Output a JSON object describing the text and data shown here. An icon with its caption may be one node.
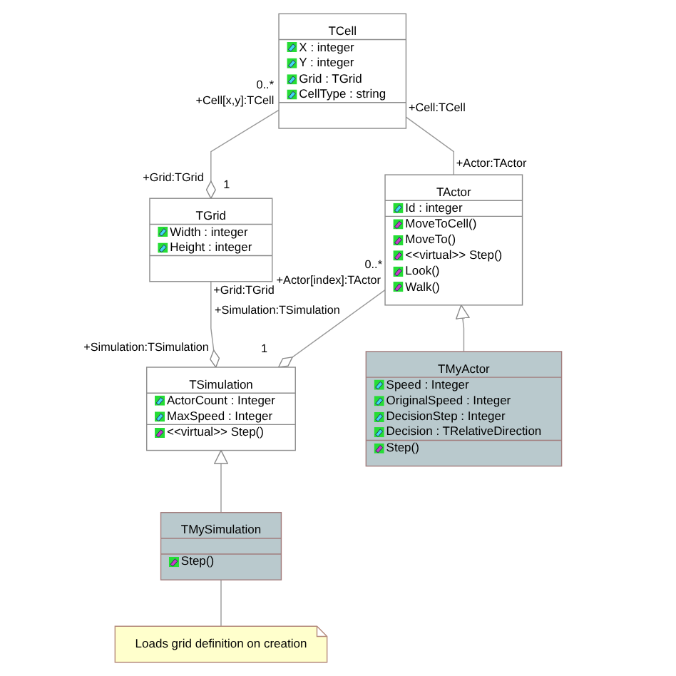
{
  "diagram": {
    "nodes": [
      {
        "text": [
          "TCell",
          "X : integer",
          "Y : integer",
          "Grid : TGrid",
          "CellType : string"
        ]
      },
      {
        "text": [
          "TGrid",
          "Width : integer",
          "Height : integer"
        ]
      },
      {
        "text": [
          "TActor",
          "Id : integer",
          "MoveToCell()",
          "MoveTo()",
          "<<virtual>> Step()",
          "Look()",
          "Walk()"
        ]
      },
      {
        "text": [
          "TSimulation",
          "ActorCount : Integer",
          "MaxSpeed : Integer",
          "<<virtual>> Step()"
        ]
      },
      {
        "text": [
          "TMyActor",
          "Speed : Integer",
          "OriginalSpeed : Integer",
          "DecisionStep : Integer",
          "Decision : TRelativeDirection",
          "Step()"
        ]
      },
      {
        "text": [
          "TMySimulation",
          "Step()"
        ]
      },
      {
        "text": [
          "Loads grid definition on creation"
        ]
      }
    ],
    "edges": [
      {
        "from": 0,
        "to": 1,
        "arrow": "other"
      },
      {
        "from": 0,
        "to": 2,
        "arrow": "none"
      },
      {
        "from": 1,
        "to": 3,
        "arrow": "other"
      },
      {
        "from": 2,
        "to": 3,
        "arrow": "other"
      },
      {
        "from": 4,
        "to": 2,
        "arrow": "to"
      },
      {
        "from": 5,
        "to": 3,
        "arrow": "to"
      },
      {
        "from": 5,
        "to": 6,
        "arrow": "none"
      }
    ],
    "labels": [
      "+Cell[x,y]:TCell",
      "+Grid:TGrid",
      "0..*",
      "1",
      "+Grid:TGrid",
      "+Cell:TCell",
      "+Actor:TActor",
      "+Simulation:TSimulation",
      "+Actor[index]:TActor",
      "1",
      "+Simulation:TSimulation",
      "0..*"
    ]
  }
}
